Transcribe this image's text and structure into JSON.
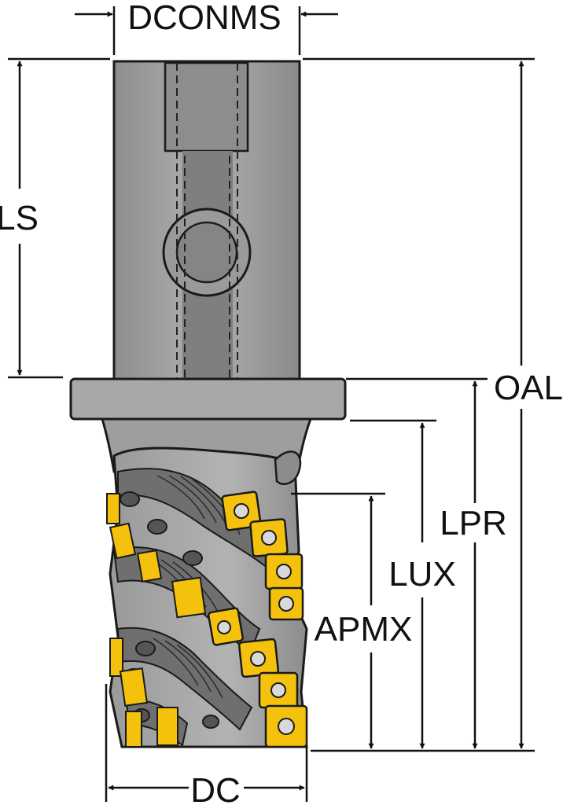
{
  "dimensions": {
    "dconms": "DCONMS",
    "ls": "LS",
    "oal": "OAL",
    "lpr": "LPR",
    "lux": "LUX",
    "apmx": "APMX",
    "dc": "DC"
  },
  "colors": {
    "body": "#a3a3a3",
    "body_dark": "#7c7c7c",
    "shadow": "#5e5e5e",
    "outline": "#1a1a1a",
    "insert": "#f4c20d",
    "insert_dark": "#c99a00",
    "line": "#111111"
  },
  "icons": {
    "arrow": "arrowhead",
    "insert": "indexable-insert",
    "screw": "torx-screw"
  }
}
